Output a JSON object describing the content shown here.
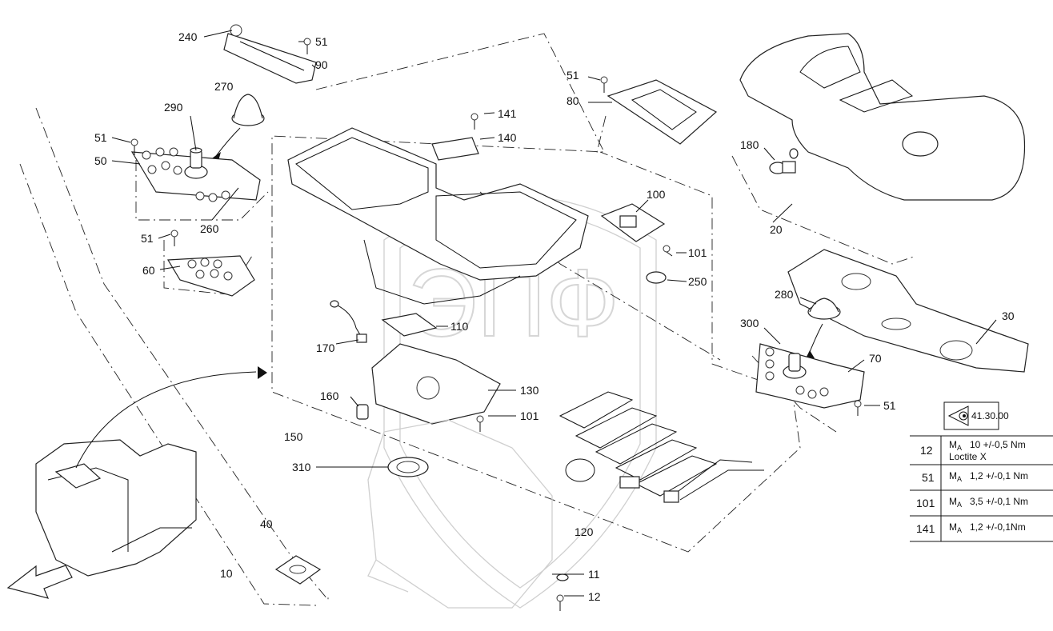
{
  "labels": {
    "l240": "240",
    "l51a": "51",
    "l90": "90",
    "l270": "270",
    "l290": "290",
    "l51b": "51",
    "l50": "50",
    "l260": "260",
    "l51c": "51",
    "l60": "60",
    "l141": "141",
    "l140": "140",
    "l51d": "51",
    "l80": "80",
    "l180": "180",
    "l20": "20",
    "l100": "100",
    "l101a": "101",
    "l250": "250",
    "l280": "280",
    "l30": "30",
    "l300": "300",
    "l70": "70",
    "l51e": "51",
    "l170": "170",
    "l110": "110",
    "l160": "160",
    "l130": "130",
    "l101b": "101",
    "l150": "150",
    "l310": "310",
    "l120": "120",
    "l40": "40",
    "l10": "10",
    "l11": "11",
    "l12": "12"
  },
  "ref_box": {
    "ref": "41.30.00",
    "icon": "eye-icon"
  },
  "torque_table": {
    "rows": [
      {
        "num": "12",
        "symbol": "M",
        "sub": "A",
        "value": "10 +/-0,5 Nm",
        "note": "Loctite X"
      },
      {
        "num": "51",
        "symbol": "M",
        "sub": "A",
        "value": "1,2 +/-0,1 Nm"
      },
      {
        "num": "101",
        "symbol": "M",
        "sub": "A",
        "value": "3,5 +/-0,1 Nm"
      },
      {
        "num": "141",
        "symbol": "M",
        "sub": "A",
        "value": "1,2 +/-0,1Nm"
      }
    ]
  },
  "colors": {
    "line": "#111111",
    "watermark": "#cfcfcf",
    "background": "#ffffff"
  }
}
